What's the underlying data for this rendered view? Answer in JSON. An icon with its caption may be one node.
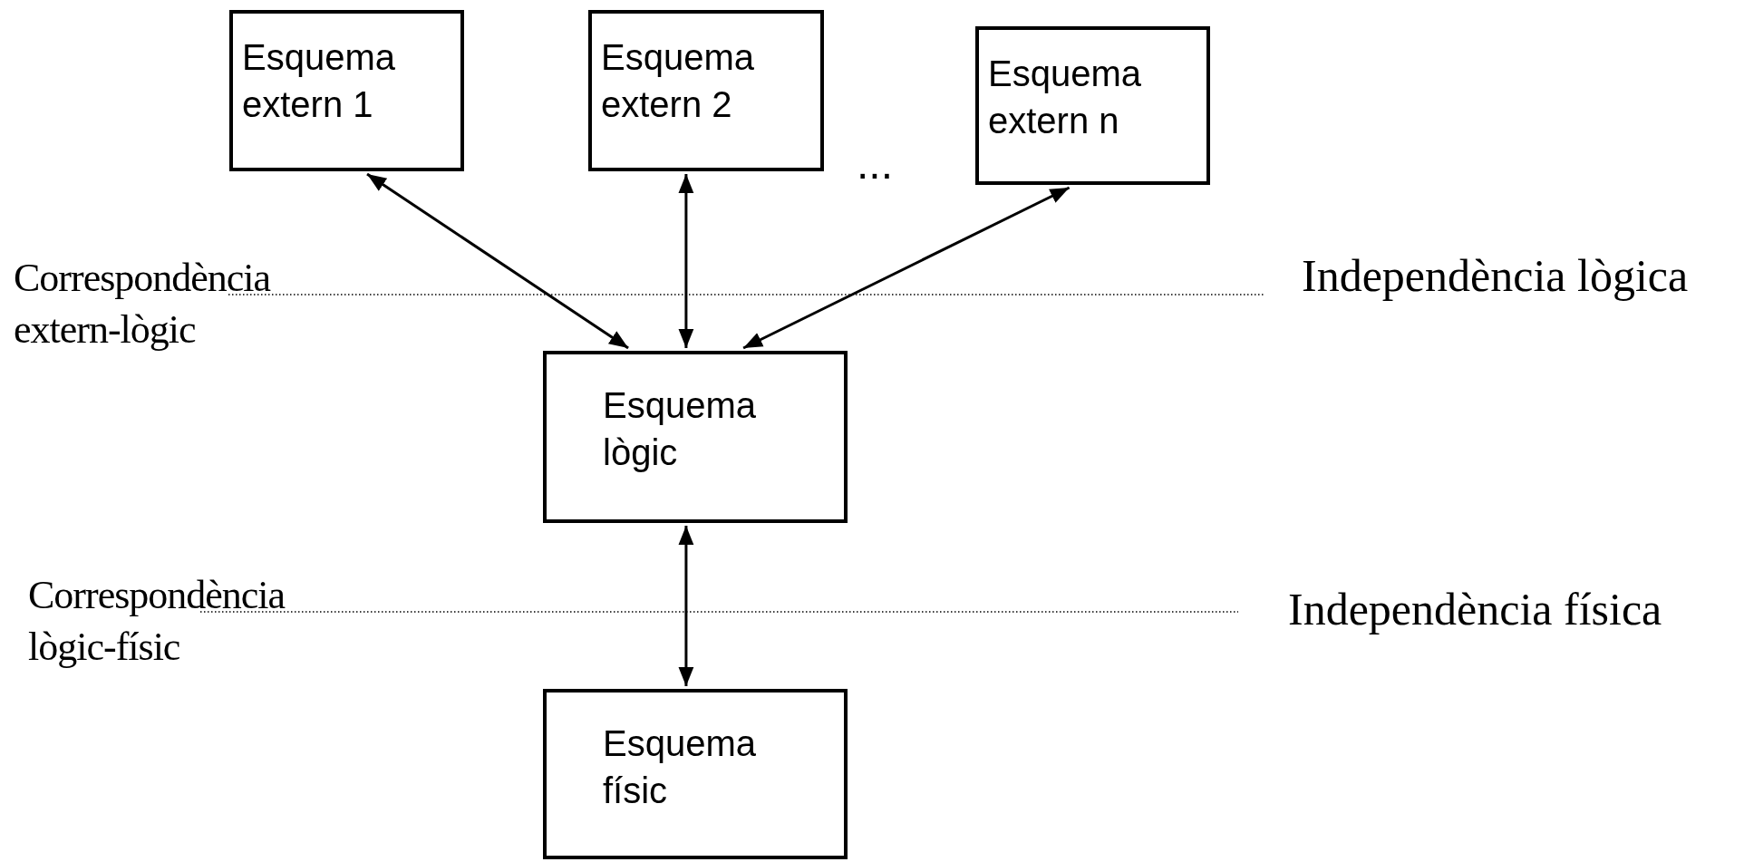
{
  "diagram": {
    "nodes": [
      {
        "text": [
          "Esquema extern 1"
        ]
      },
      {
        "text": [
          "Esquema extern 2"
        ]
      },
      {
        "text": [
          "Esquema extern n"
        ]
      },
      {
        "text": [
          "Esquema lògic"
        ]
      },
      {
        "text": [
          "Esquema físic"
        ]
      }
    ],
    "edges": [
      {
        "from": 0,
        "to": 3,
        "arrow": "both"
      },
      {
        "from": 1,
        "to": 3,
        "arrow": "both"
      },
      {
        "from": 2,
        "to": 3,
        "arrow": "both"
      },
      {
        "from": 3,
        "to": 4,
        "arrow": "both"
      }
    ],
    "labels": [
      "...",
      "Correspondència extern-lògic",
      "Independència lògica",
      "Correspondència lògic-físic",
      "Independència física"
    ]
  }
}
